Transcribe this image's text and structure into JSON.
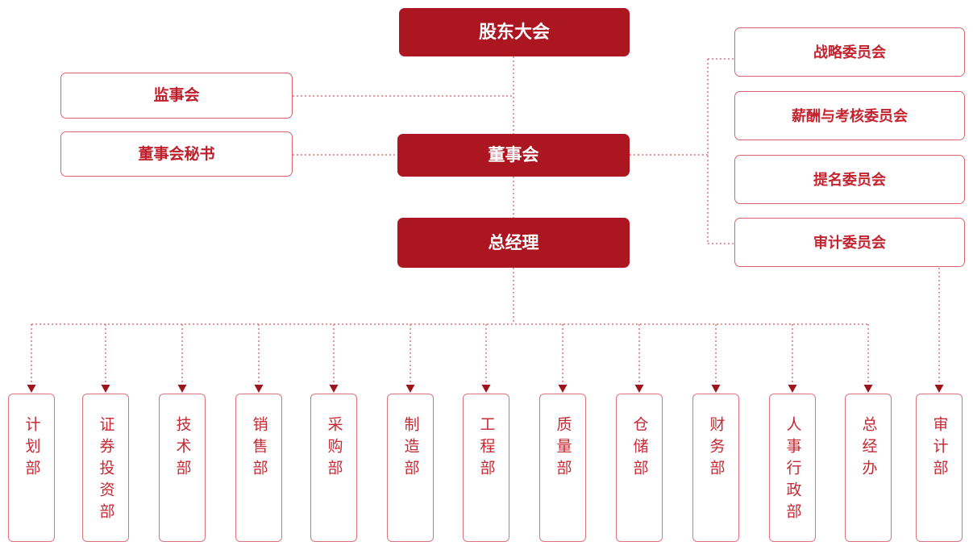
{
  "palette": {
    "solid_fill": "#AC1621",
    "solid_text": "#FFFFFF",
    "outline_border": "#D8636D",
    "outline_text": "#BE1F2A",
    "committee_border": "#D8636D",
    "committee_text": "#C3242F",
    "dept_border": "#DB737E",
    "dept_text": "#C52934",
    "connector_line": "#DB767D",
    "arrow_head": "#9C141C"
  },
  "org": {
    "shareholders": "股东大会",
    "supervisory_board": "监事会",
    "board_secretary": "董事会秘书",
    "board_of_directors": "董事会",
    "general_manager": "总经理",
    "committees": [
      "战略委员会",
      "薪酬与考核委员会",
      "提名委员会",
      "审计委员会"
    ],
    "departments": [
      "计划部",
      "证券投资部",
      "技术部",
      "销售部",
      "采购部",
      "制造部",
      "工程部",
      "质量部",
      "仓储部",
      "财务部",
      "人事行政部",
      "总经办",
      "审计部"
    ]
  }
}
